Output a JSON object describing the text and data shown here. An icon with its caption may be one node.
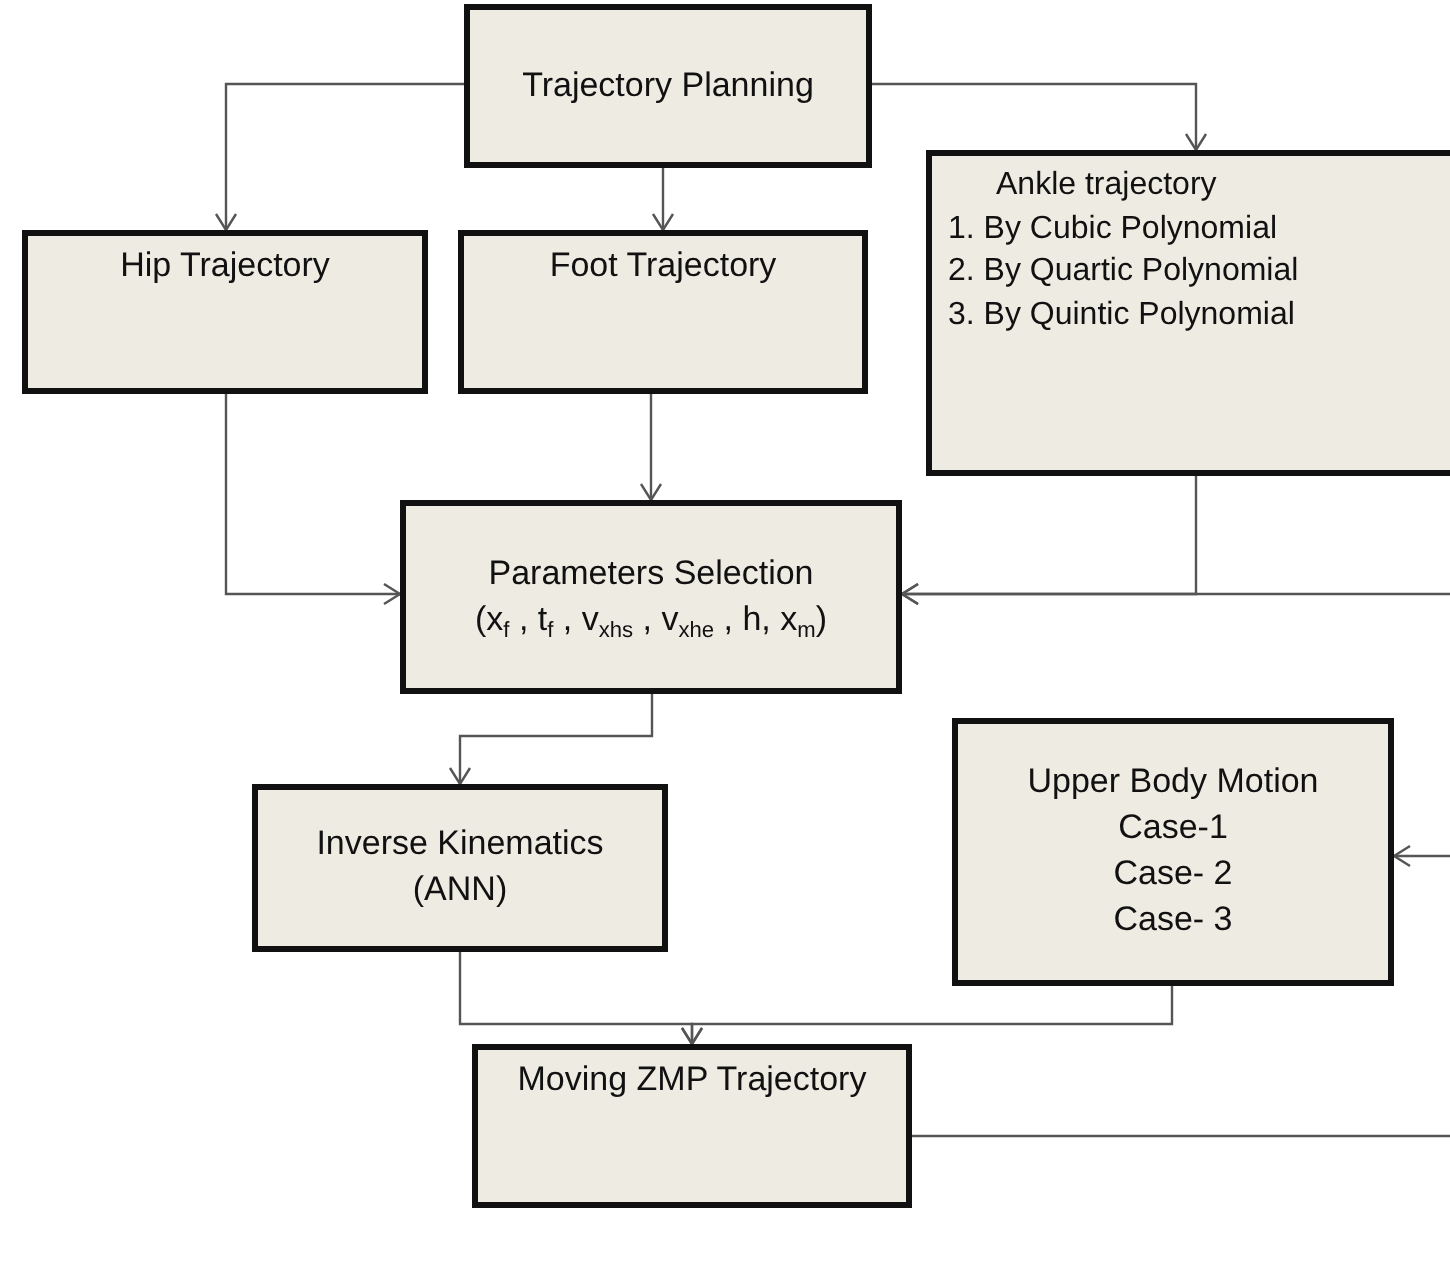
{
  "diagram": {
    "nodes": [
      {
        "text": [
          "Trajectory Planning"
        ]
      },
      {
        "text": [
          "Hip Trajectory"
        ]
      },
      {
        "text": [
          "Foot Trajectory"
        ]
      },
      {
        "text": [
          "Ankle trajectory",
          "1. By Cubic Polynomial",
          "2. By Quartic Polynomial",
          "3. By Quintic Polynomial"
        ]
      },
      {
        "text": [
          "Parameters Selection",
          "(x$_{f}$ , t$_{f}$ , v$_{xhs}$ ,  v$_{xhe}$ , h, x$_{m}$)"
        ]
      },
      {
        "text": [
          "Inverse Kinematics (ANN)"
        ]
      },
      {
        "text": [
          "Upper Body Motion",
          "Case-1",
          "Case- 2",
          "Case- 3"
        ]
      },
      {
        "text": [
          "Moving ZMP Trajectory"
        ]
      }
    ],
    "edges": [
      {
        "from": 0,
        "to": 1,
        "arrow": "to"
      },
      {
        "from": 0,
        "to": 2,
        "arrow": "to"
      },
      {
        "from": 0,
        "to": 3,
        "arrow": "to"
      },
      {
        "from": 1,
        "to": 4,
        "arrow": "to"
      },
      {
        "from": 2,
        "to": 4,
        "arrow": "to"
      },
      {
        "from": 3,
        "to": 4,
        "arrow": "to"
      },
      {
        "from": null,
        "to": 4,
        "arrow": "to"
      },
      {
        "from": 4,
        "to": 5,
        "arrow": "to"
      },
      {
        "from": 5,
        "to": 7,
        "arrow": "to"
      },
      {
        "from": 6,
        "to": 7,
        "arrow": "to"
      },
      {
        "from": null,
        "to": 6,
        "arrow": "to"
      },
      {
        "from": 7,
        "to": null,
        "arrow": "none"
      }
    ]
  }
}
